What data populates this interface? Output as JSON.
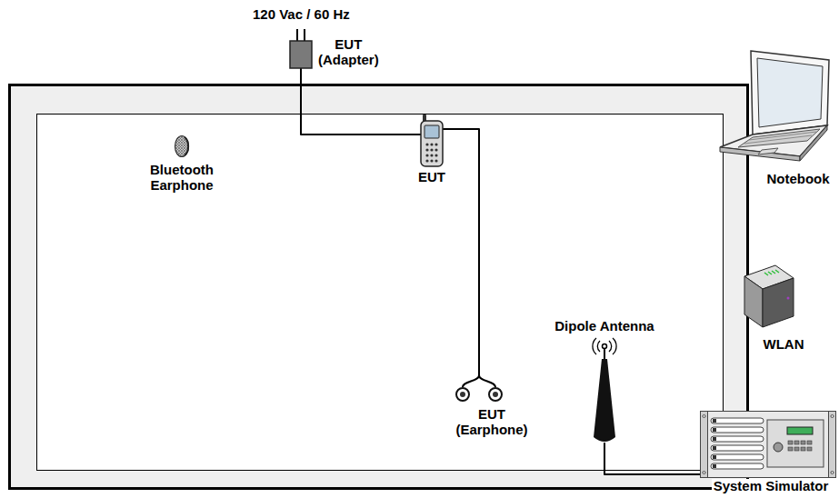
{
  "diagram": {
    "nodes": [
      {
        "text": [
          "EUT (Adapter)"
        ]
      },
      {
        "text": [
          "Bluetooth Earphone"
        ]
      },
      {
        "text": [
          "EUT"
        ]
      },
      {
        "text": [
          "Notebook"
        ]
      },
      {
        "text": [
          "Dipole Antenna"
        ]
      },
      {
        "text": [
          "WLAN"
        ]
      },
      {
        "text": [
          "EUT (Earphone)"
        ]
      },
      {
        "text": [
          "System Simulator"
        ]
      }
    ],
    "edges": [
      {
        "from": 0,
        "to": 2,
        "arrow": "none"
      },
      {
        "from": 2,
        "to": 6,
        "arrow": "none"
      },
      {
        "from": 4,
        "to": 7,
        "arrow": "none"
      }
    ],
    "labels": [
      "120 Vac / 60 Hz"
    ]
  }
}
